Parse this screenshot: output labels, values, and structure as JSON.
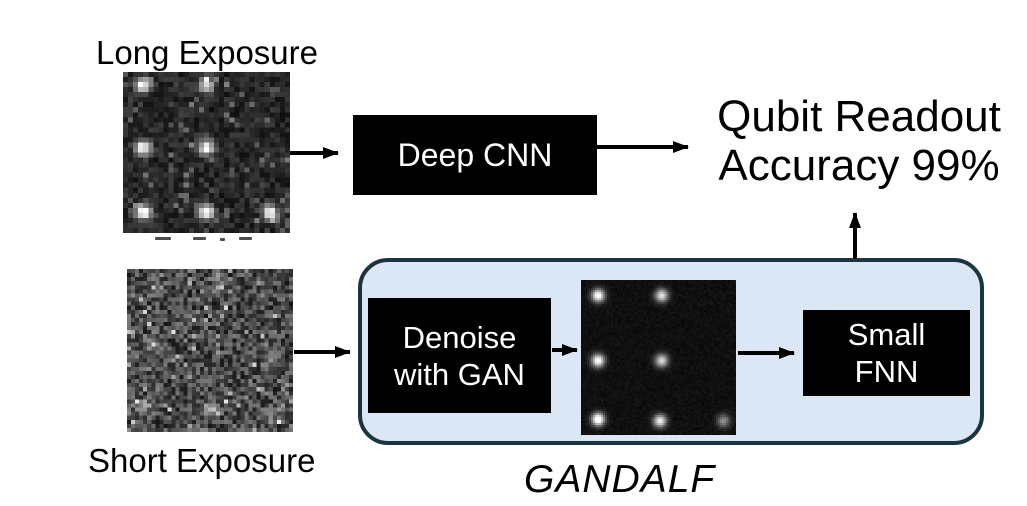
{
  "page": {
    "background": "#ffffff"
  },
  "colors": {
    "page_bg": "#ffffff",
    "label_text": "#000000",
    "box_fill": "#000000",
    "box_text": "#ffffff",
    "gandalf_fill": "#dbe7f4",
    "gandalf_border": "#1c3440",
    "arrow": "#000000"
  },
  "labels": {
    "long_exposure": "Long Exposure",
    "short_exposure": "Short Exposure",
    "gandalf": "GANDALF"
  },
  "boxes": {
    "deep_cnn": {
      "label": "Deep CNN"
    },
    "denoise_gan": {
      "line1": "Denoise",
      "line2": "with GAN"
    },
    "small_fnn": {
      "line1": "Small",
      "line2": "FNN"
    }
  },
  "output": {
    "line1": "Qubit Readout",
    "line2": "Accuracy 99%"
  },
  "images": {
    "long_exposure": {
      "desc": "Long exposure fluorescence image: dark noisy frame with 7 bright atom sites on a 3x3 grid (top-right and middle-right sites empty)",
      "seed": 3,
      "cols": 33,
      "rows": 32,
      "base": 0.06,
      "noise": 0.18,
      "speckle_prob": 0.12,
      "speckle_gain": 0.3,
      "sigma": 1.05,
      "dots": [
        [
          0.12,
          0.08,
          0.85
        ],
        [
          0.5,
          0.08,
          0.8
        ],
        [
          0.12,
          0.47,
          0.9
        ],
        [
          0.5,
          0.47,
          0.95
        ],
        [
          0.12,
          0.87,
          1.0
        ],
        [
          0.5,
          0.87,
          0.9
        ],
        [
          0.88,
          0.87,
          0.85
        ]
      ]
    },
    "short_exposure": {
      "desc": "Short exposure fluorescence image: heavy grayscale noise with barely visible atom sites",
      "seed": 11,
      "cols": 41,
      "rows": 40,
      "base": 0.08,
      "noise": 0.4,
      "speckle_prob": 0.1,
      "speckle_gain": 0.45,
      "sigma": 1.3,
      "dots": [
        [
          0.18,
          0.12,
          0.3
        ],
        [
          0.55,
          0.1,
          0.22
        ],
        [
          0.15,
          0.45,
          0.3
        ],
        [
          0.85,
          0.55,
          0.2
        ],
        [
          0.1,
          0.85,
          0.35
        ],
        [
          0.5,
          0.85,
          0.3
        ],
        [
          0.88,
          0.88,
          0.25
        ]
      ]
    },
    "denoised": {
      "desc": "GAN-denoised image: clean black frame with 7 bright atom sites on a 3x3 grid (top-right and middle-right sites empty)",
      "seed": 5,
      "cols": 78,
      "rows": 78,
      "base": 0.035,
      "noise": 0.05,
      "speckle_prob": 0.0,
      "speckle_gain": 0.0,
      "sigma": 2.3,
      "dots": [
        [
          0.11,
          0.1,
          1.0
        ],
        [
          0.52,
          0.1,
          0.85
        ],
        [
          0.11,
          0.52,
          1.0
        ],
        [
          0.52,
          0.52,
          0.8
        ],
        [
          0.11,
          0.9,
          1.1
        ],
        [
          0.51,
          0.91,
          0.9
        ],
        [
          0.92,
          0.91,
          0.5
        ]
      ]
    }
  }
}
